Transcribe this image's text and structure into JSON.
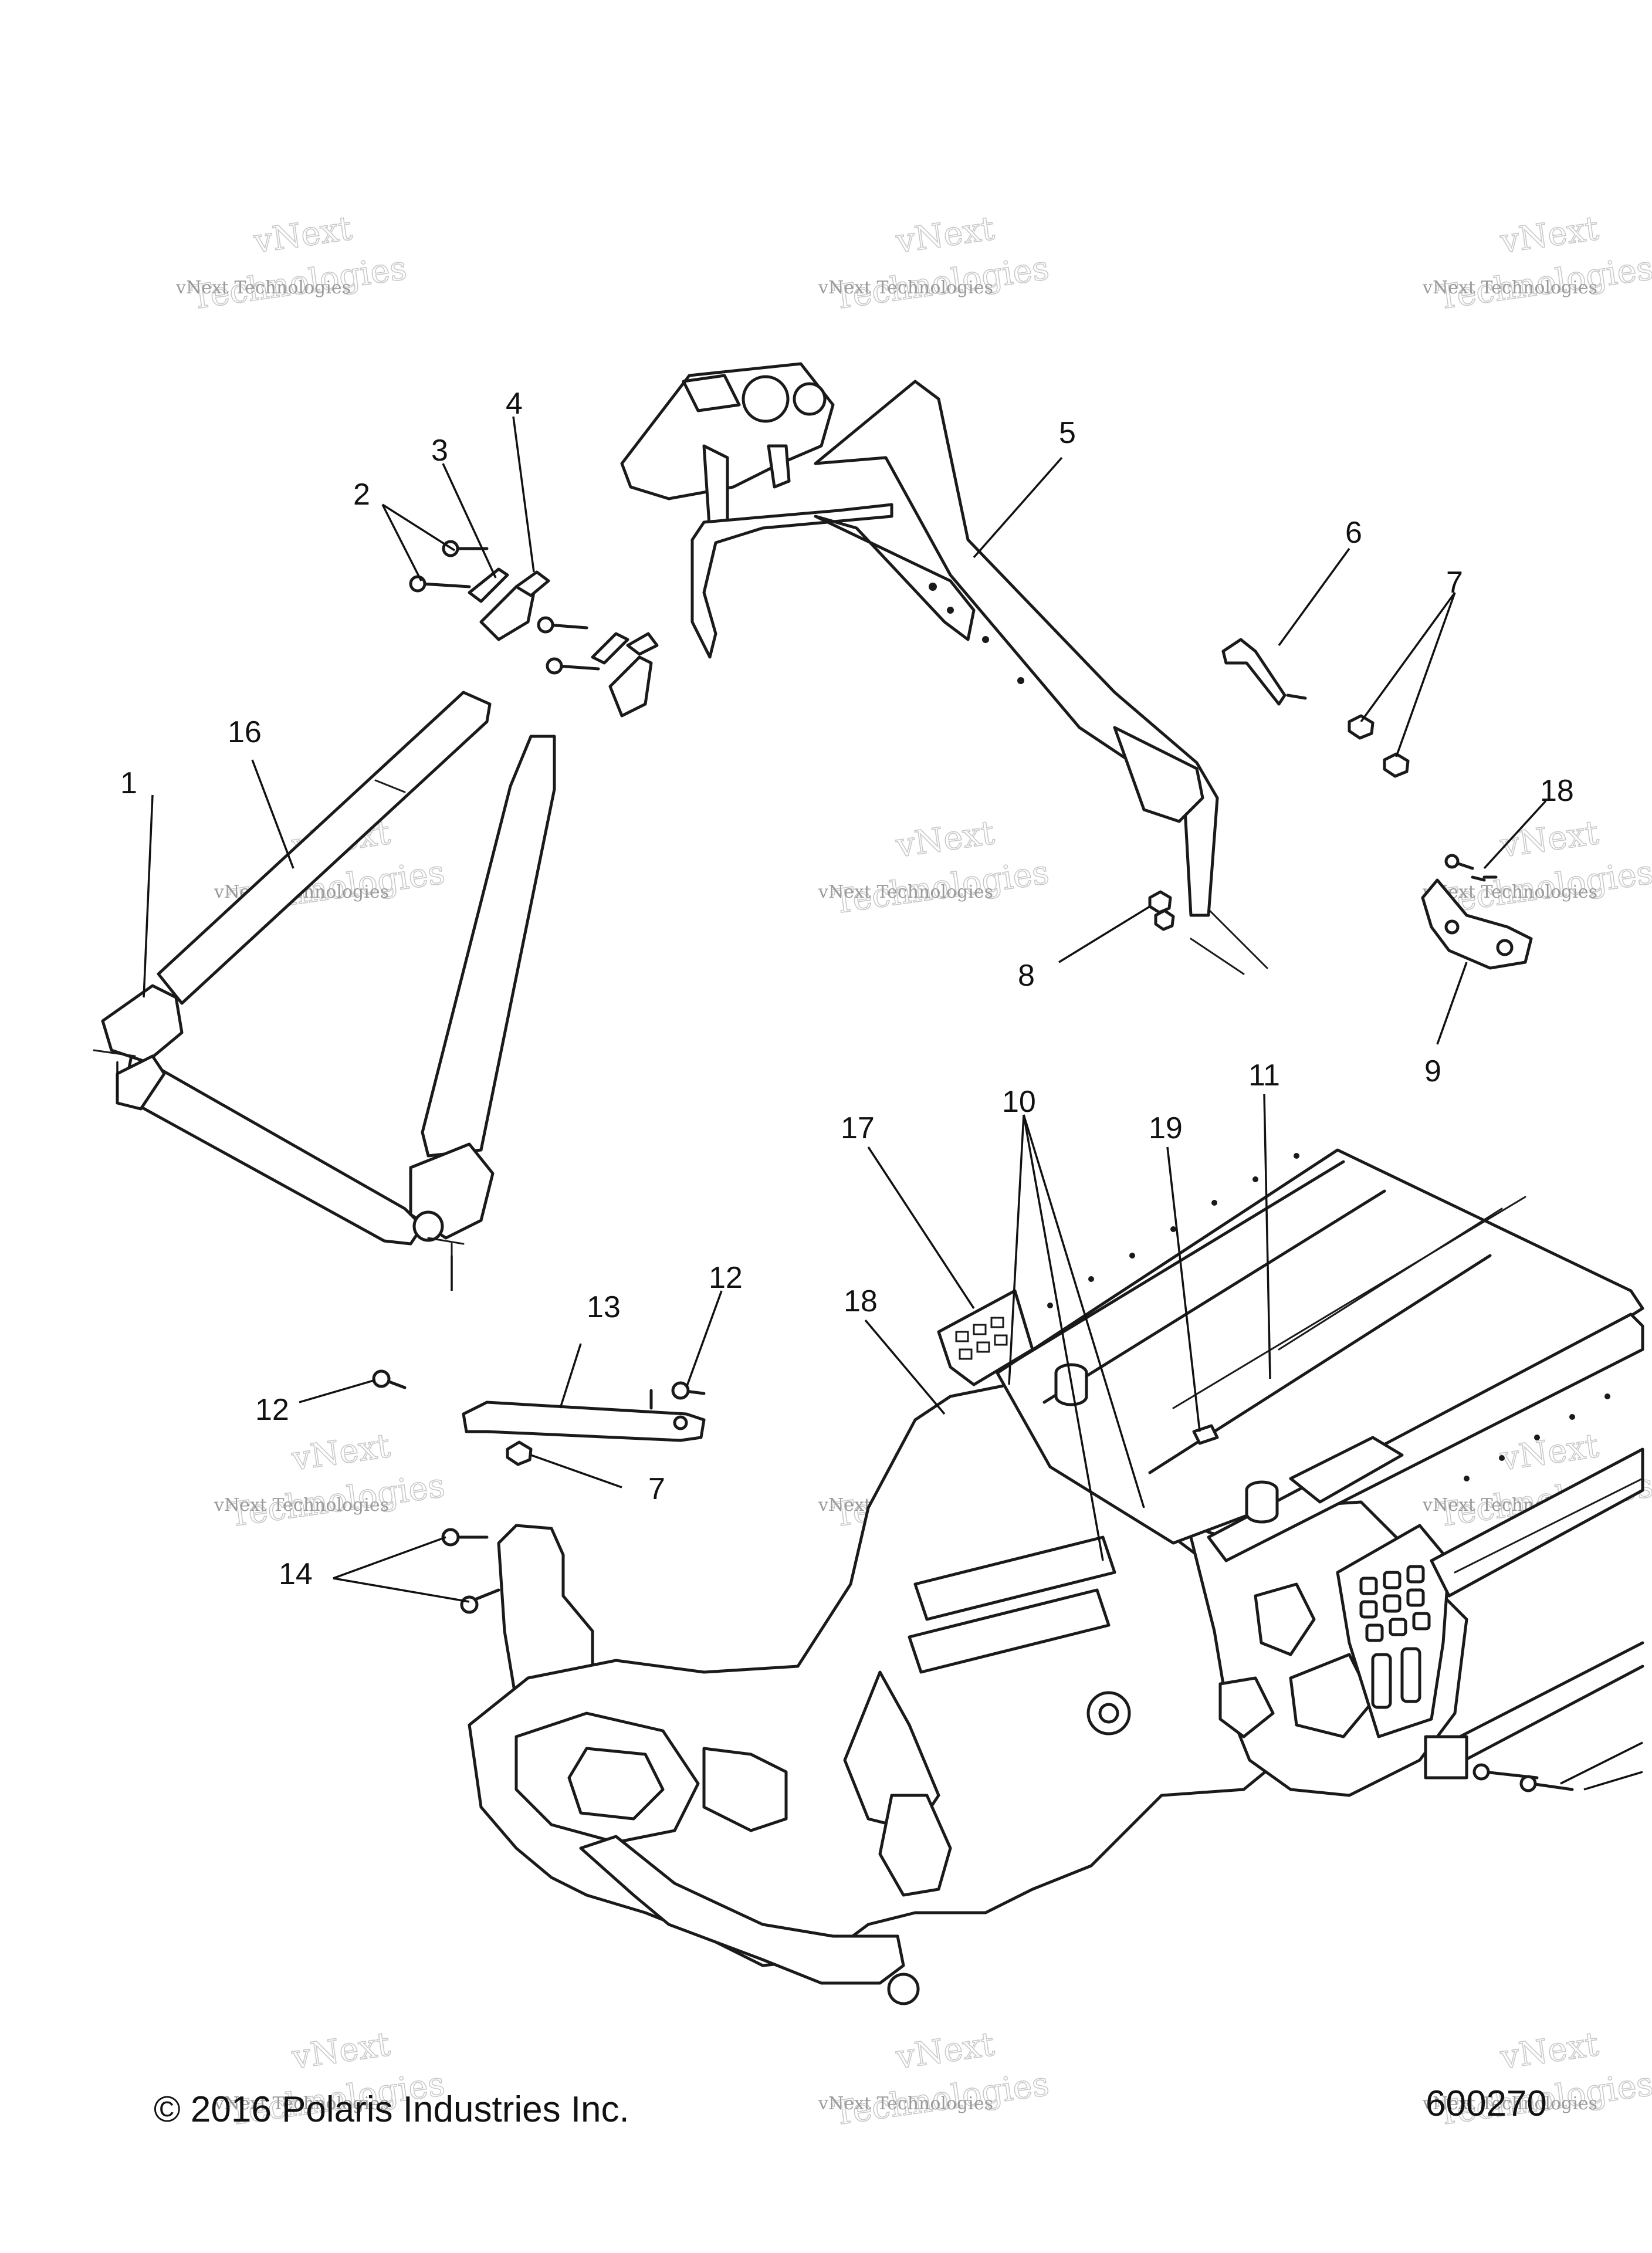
{
  "watermark": {
    "line1": "vNext Technologies",
    "line2": "vNext",
    "line3": "Technologies"
  },
  "callouts": {
    "c1": "1",
    "c2": "2",
    "c3": "3",
    "c4": "4",
    "c5": "5",
    "c6": "6",
    "c7a": "7",
    "c7b": "7",
    "c8": "8",
    "c9": "9",
    "c10": "10",
    "c11": "11",
    "c12a": "12",
    "c12b": "12",
    "c13": "13",
    "c14": "14",
    "c16": "16",
    "c17": "17",
    "c18a": "18",
    "c18b": "18",
    "c19": "19"
  },
  "footer": {
    "copyright": "© 2016 Polaris Industries Inc.",
    "figure_number": "600270"
  }
}
